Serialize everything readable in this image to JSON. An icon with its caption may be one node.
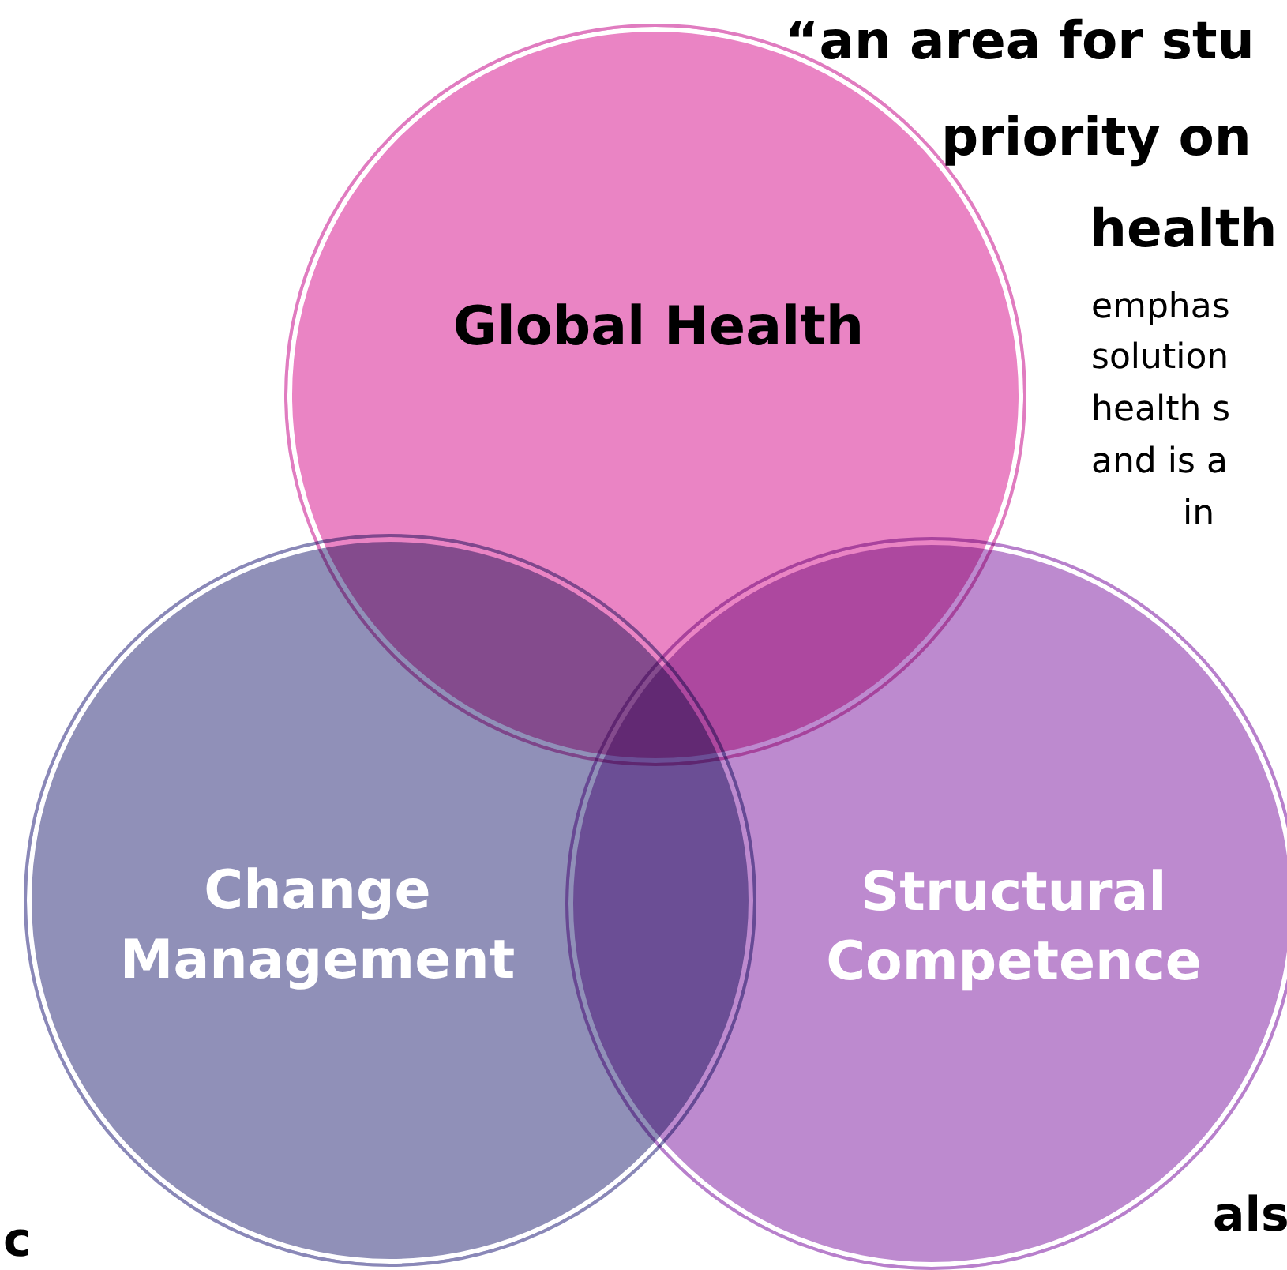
{
  "diagram": {
    "nodes": [
      {
        "text": [
          "Global Health"
        ]
      },
      {
        "text": [
          "Change Management"
        ]
      },
      {
        "text": [
          "Structural Competence"
        ]
      }
    ],
    "labels": [
      "“an area for stu",
      "priority on",
      "health",
      "emphas",
      "solution",
      "health s",
      "and is a",
      "in",
      "c",
      "als"
    ]
  }
}
